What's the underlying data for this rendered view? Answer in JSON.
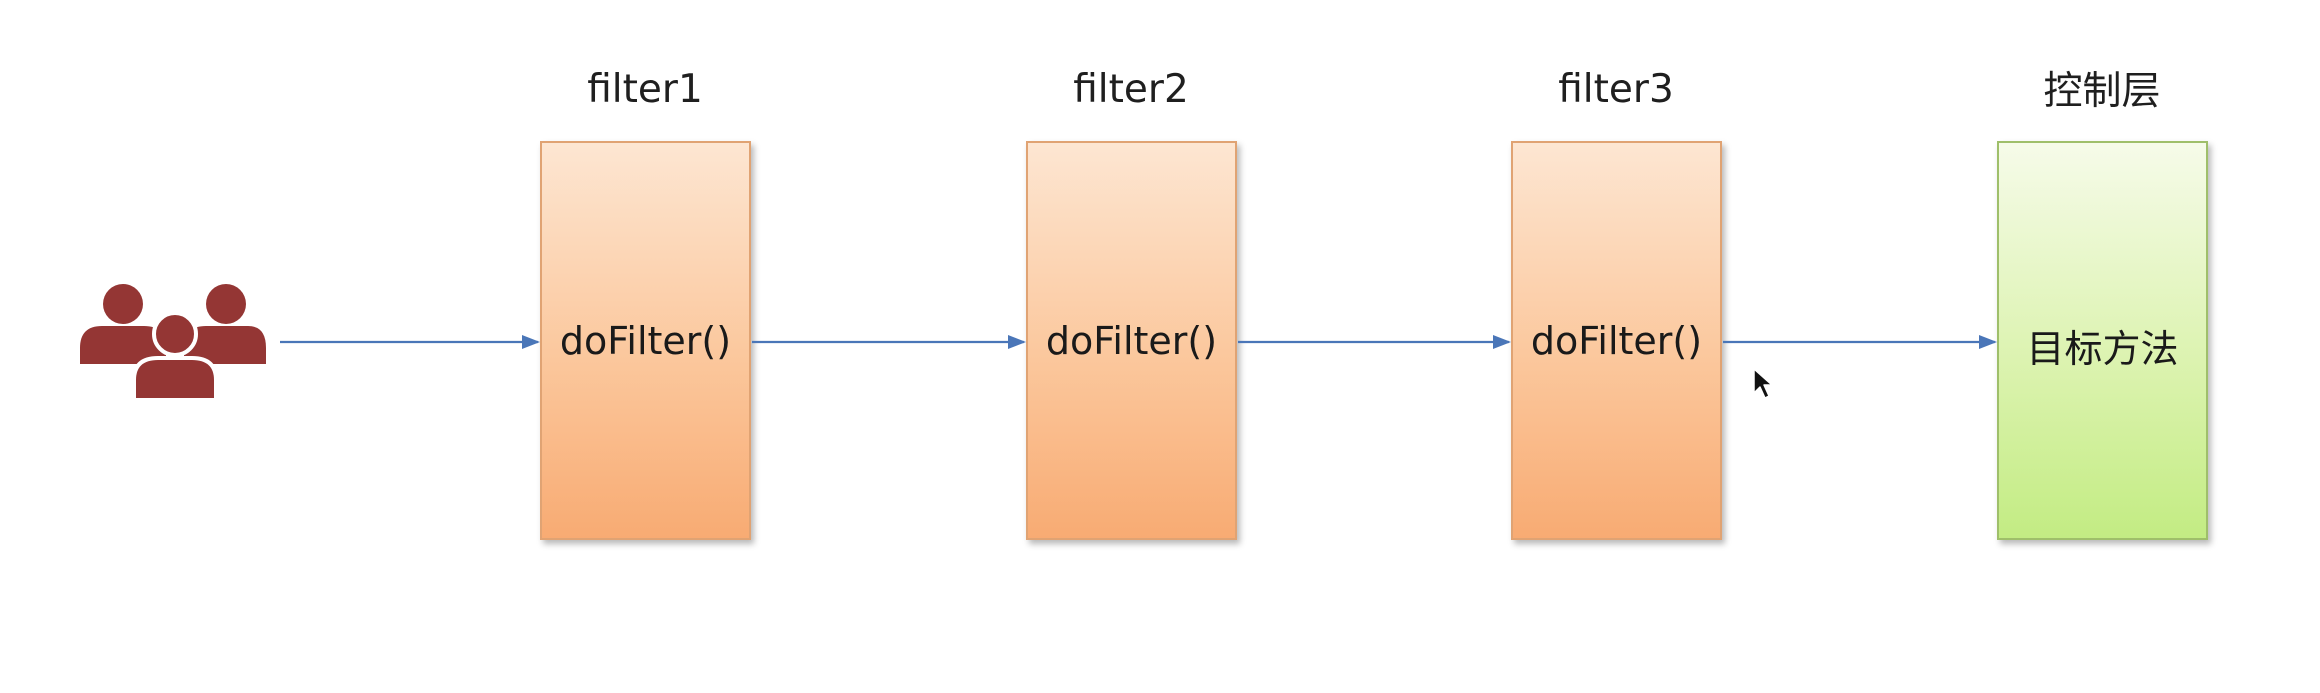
{
  "diagram": {
    "columns": [
      {
        "label": "filter1",
        "method": "doFilter()",
        "kind": "filter"
      },
      {
        "label": "filter2",
        "method": "doFilter()",
        "kind": "filter"
      },
      {
        "label": "filter3",
        "method": "doFilter()",
        "kind": "filter"
      },
      {
        "label": "控制层",
        "method": "目标方法",
        "kind": "target"
      }
    ],
    "actor_icon": "users-group-icon",
    "cursor_icon": "mouse-pointer-icon"
  },
  "colors": {
    "filter_fill": "#fbc79c",
    "target_fill": "#dcf3b0",
    "arrow": "#4a76b8",
    "users_icon": "#943634"
  }
}
